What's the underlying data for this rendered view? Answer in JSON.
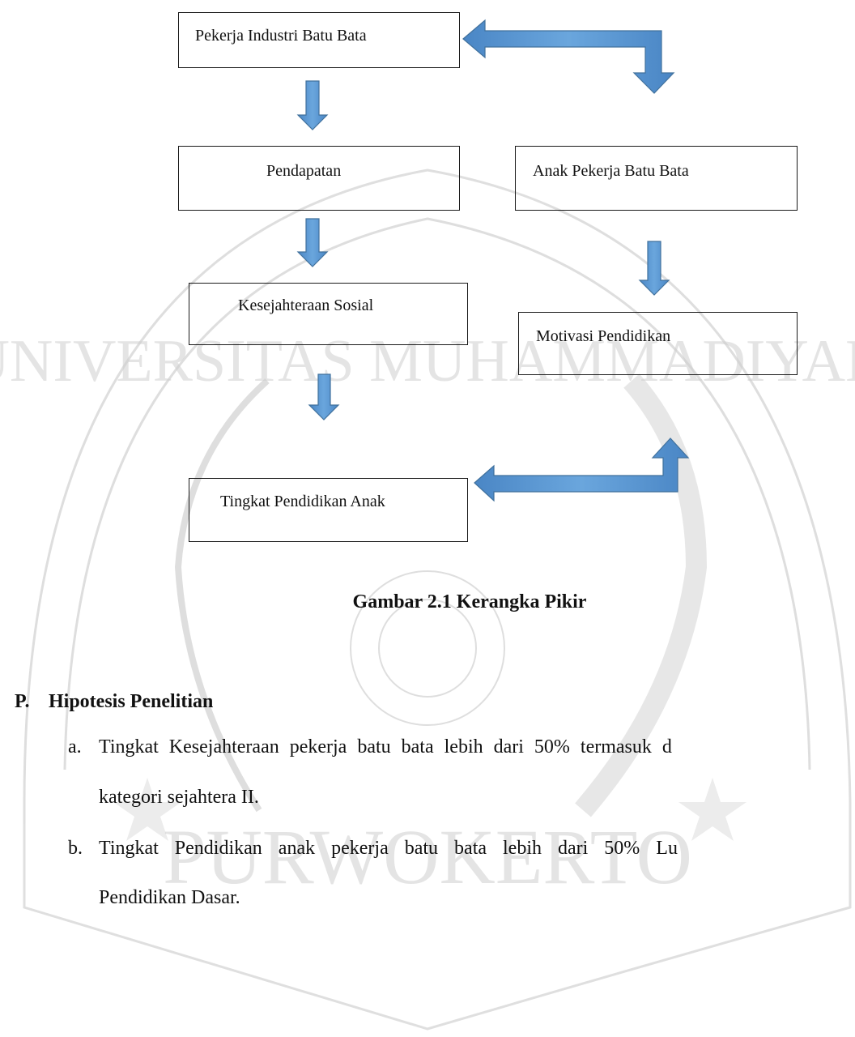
{
  "diagram": {
    "boxes": {
      "pekerja_industri": "Pekerja Industri Batu Bata",
      "pendapatan": "Pendapatan",
      "anak_pekerja": "Anak Pekerja Batu Bata",
      "kesejahteraan_sosial": "Kesejahteraan Sosial",
      "motivasi_pendidikan": "Motivasi Pendidikan",
      "tingkat_pendidikan_anak": "Tingkat Pendidikan Anak"
    },
    "arrow_color": "#5b9bd5",
    "caption": "Gambar 2.1 Kerangka Pikir"
  },
  "section": {
    "number": "P.",
    "title": "Hipotesis  Penelitian",
    "items": [
      {
        "label": "a.",
        "line1": "Tingkat Kesejahteraan pekerja batu bata lebih dari 50% termasuk d",
        "line2": "kategori sejahtera II."
      },
      {
        "label": "b.",
        "line1": "Tingkat Pendidikan anak pekerja batu bata lebih dari 50% Lu",
        "line2": "Pendidikan Dasar."
      }
    ]
  },
  "watermark": {
    "ring_text_top": "UNIVERSITAS MUHAMMADIYAH",
    "ring_text_bottom": "PURWOKERTO",
    "color": "#c8c8c8"
  }
}
